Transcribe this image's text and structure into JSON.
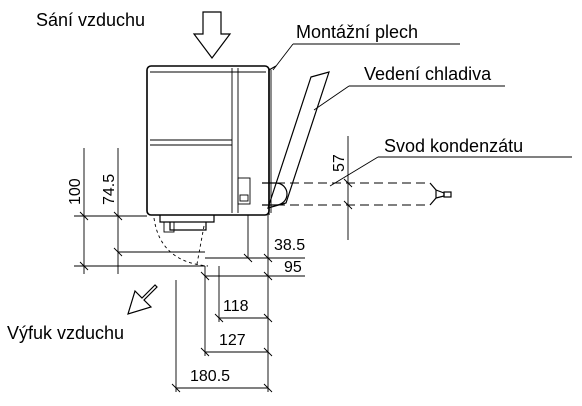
{
  "labels": {
    "air_intake": "Sání vzduchu",
    "mounting_plate": "Montážní plech",
    "refrigerant_line": "Vedení chladiva",
    "condensate_drain": "Svod kondenzátu",
    "air_exhaust": "Výfuk vzduchu"
  },
  "dimensions": {
    "d100": "100",
    "d74_5": "74.5",
    "d57": "57",
    "d38_5": "38.5",
    "d95": "95",
    "d118": "118",
    "d127": "127",
    "d180_5": "180.5"
  }
}
